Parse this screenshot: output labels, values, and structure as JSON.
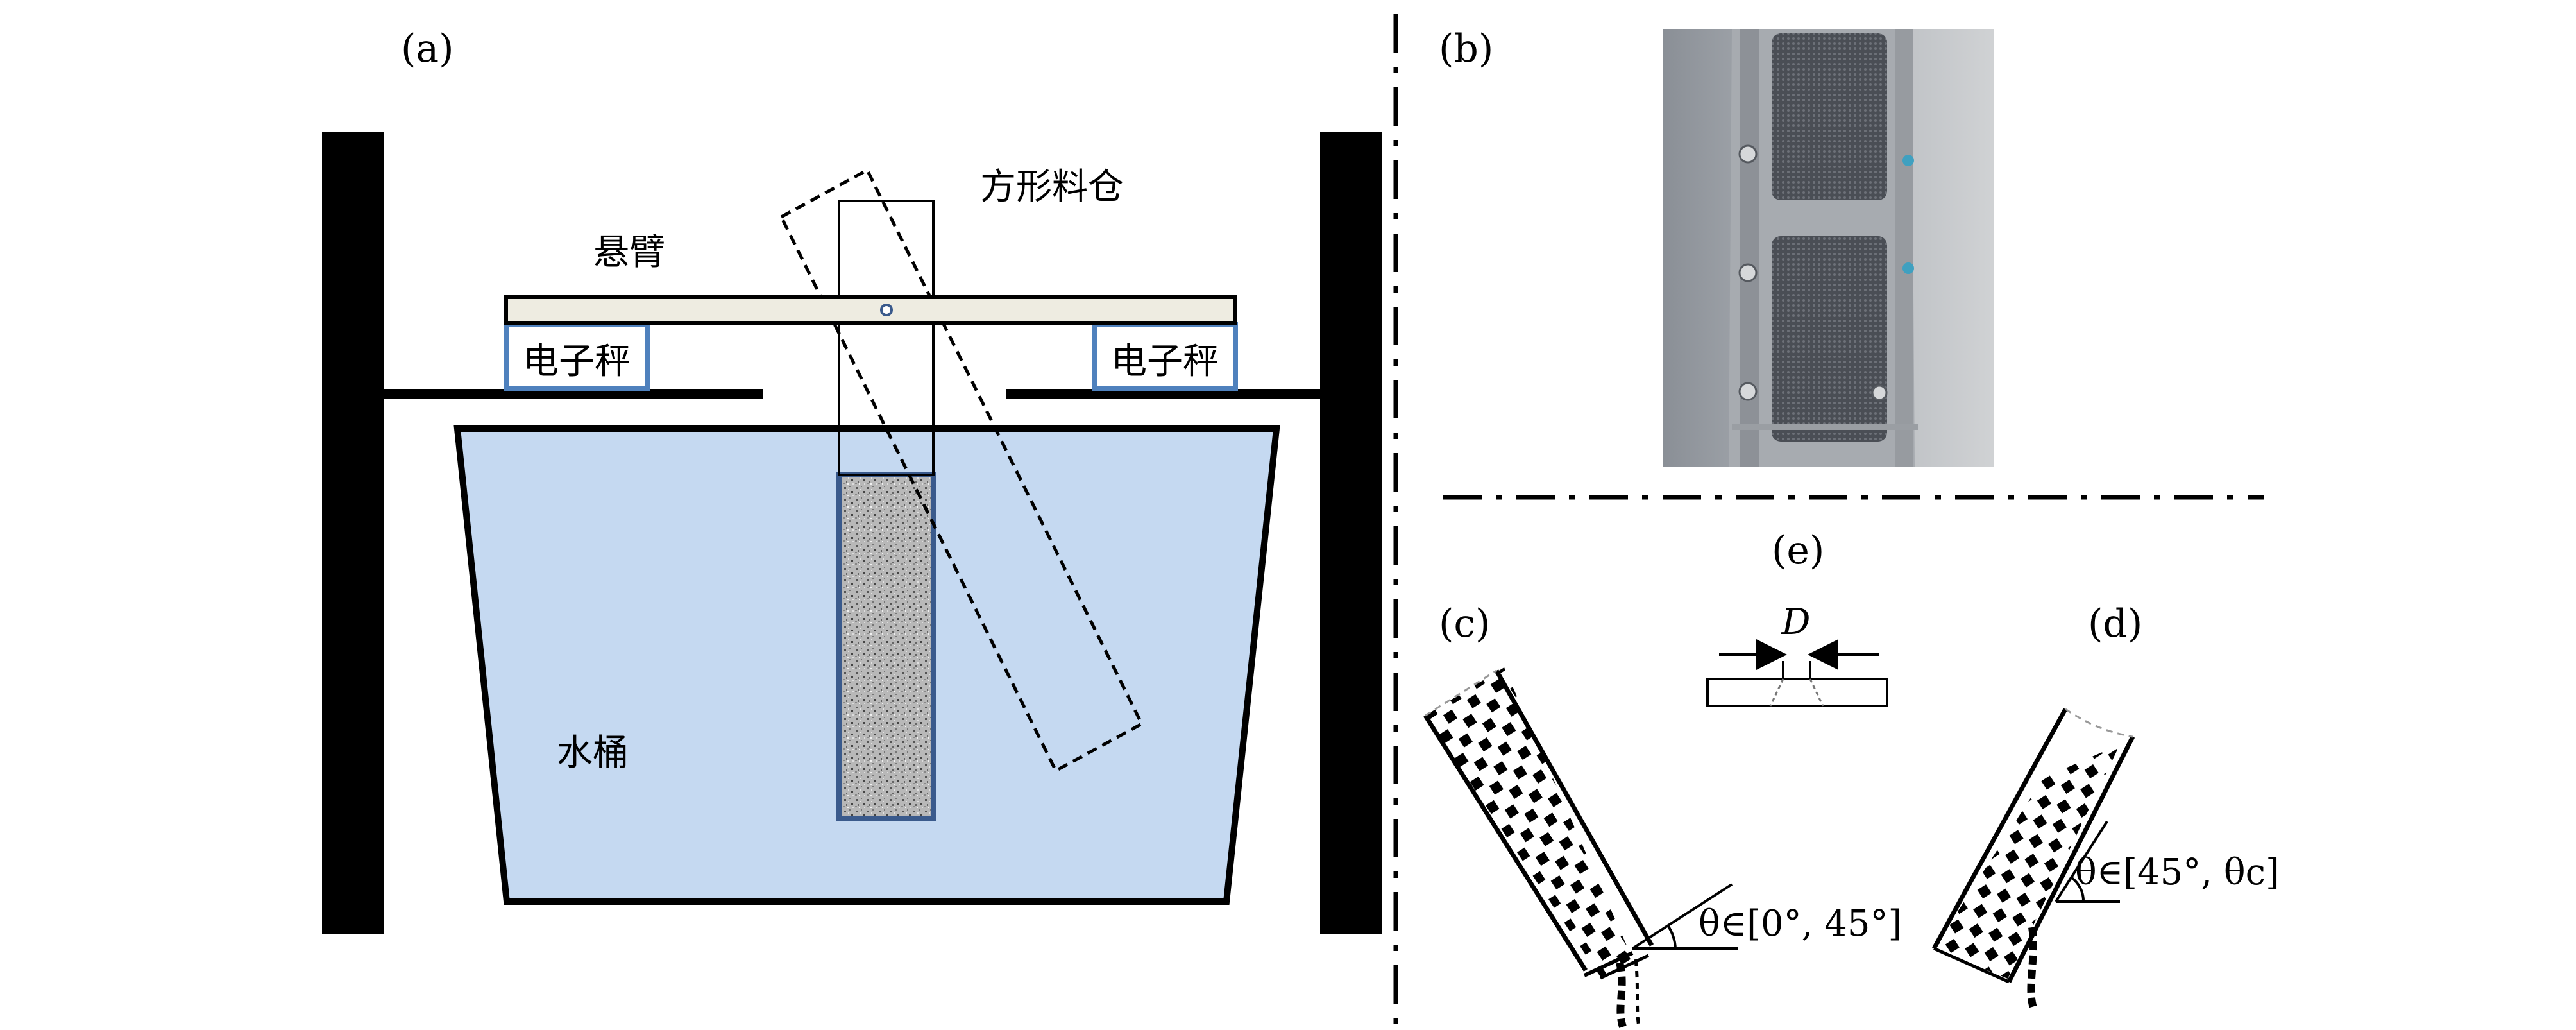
{
  "panels": {
    "a": "(a)",
    "b": "(b)",
    "c": "(c)",
    "d": "(d)",
    "e": "(e)"
  },
  "labels": {
    "hopper": "方形料仓",
    "cantilever": "悬臂",
    "scale_left": "电子秤",
    "scale_right": "电子秤",
    "bucket": "水桶",
    "diameter": "D",
    "theta_c": "θ∈[0°, 45°]",
    "theta_d": "θ∈[45°, θc]"
  },
  "colors": {
    "water": "#c5d9f1",
    "scale_border": "#4f81bd",
    "granular_border": "#3a5a8c",
    "cantilever_fill": "#eeece1",
    "stand": "#000000"
  }
}
